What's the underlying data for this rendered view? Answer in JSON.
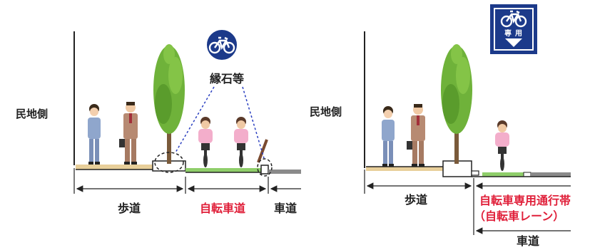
{
  "left_panel": {
    "side_label": "民地側",
    "curb_label": "縁石等",
    "sidewalk_label": "歩道",
    "bike_path_label": "自転車道",
    "roadway_label": "車道"
  },
  "right_panel": {
    "side_label": "民地側",
    "sidewalk_label": "歩道",
    "bike_lane_label": "自転車専用通行帯",
    "bike_lane_sub_label": "（自転車レーン）",
    "roadway_label": "車道",
    "sign_text_1": "専",
    "sign_text_2": "用"
  },
  "colors": {
    "label_dark": "#222222",
    "label_red": "#e0203a",
    "sign_blue": "#1c3a8a",
    "curb_gray": "#c9c9c9",
    "sidewalk_tan": "#e8cf9a",
    "bike_green": "#8fce6a",
    "road_gray": "#8a8a8a",
    "tree_green": "#6fb23a",
    "dotted_blue": "#2a3fc0"
  }
}
